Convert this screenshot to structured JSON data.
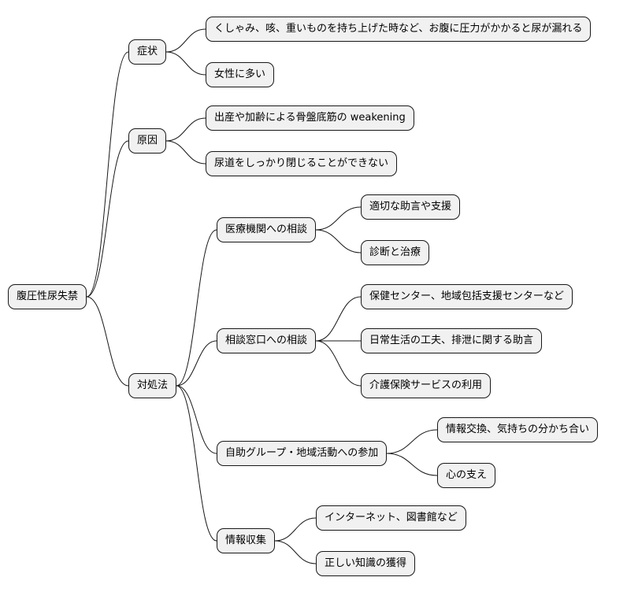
{
  "mindmap": {
    "root": "腹圧性尿失禁",
    "branches": {
      "symptoms": {
        "label": "症状",
        "children": [
          "くしゃみ、咳、重いものを持ち上げた時など、お腹に圧力がかかると尿が漏れる",
          "女性に多い"
        ]
      },
      "causes": {
        "label": "原因",
        "children": [
          "出産や加齢による骨盤底筋の weakening",
          "尿道をしっかり閉じることができない"
        ]
      },
      "coping": {
        "label": "対処法",
        "medical": {
          "label": "医療機関への相談",
          "children": [
            "適切な助言や支援",
            "診断と治療"
          ]
        },
        "counseling": {
          "label": "相談窓口への相談",
          "children": [
            "保健センター、地域包括支援センターなど",
            "日常生活の工夫、排泄に関する助言",
            "介護保険サービスの利用"
          ]
        },
        "support_group": {
          "label": "自助グループ・地域活動への参加",
          "children": [
            "情報交換、気持ちの分かち合い",
            "心の支え"
          ]
        },
        "info": {
          "label": "情報収集",
          "children": [
            "インターネット、図書館など",
            "正しい知識の獲得"
          ]
        }
      }
    }
  }
}
